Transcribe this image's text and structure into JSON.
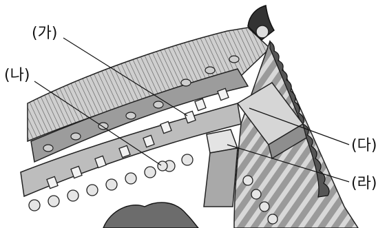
{
  "labels": {
    "ga": "(가)",
    "na": "(나)",
    "da": "(다)",
    "ra": "(라)"
  },
  "colors": {
    "background": "#ffffff",
    "dark": "#3a3a3a",
    "mid": "#8c8c8c",
    "light": "#d9d9d9",
    "outline": "#222222"
  }
}
